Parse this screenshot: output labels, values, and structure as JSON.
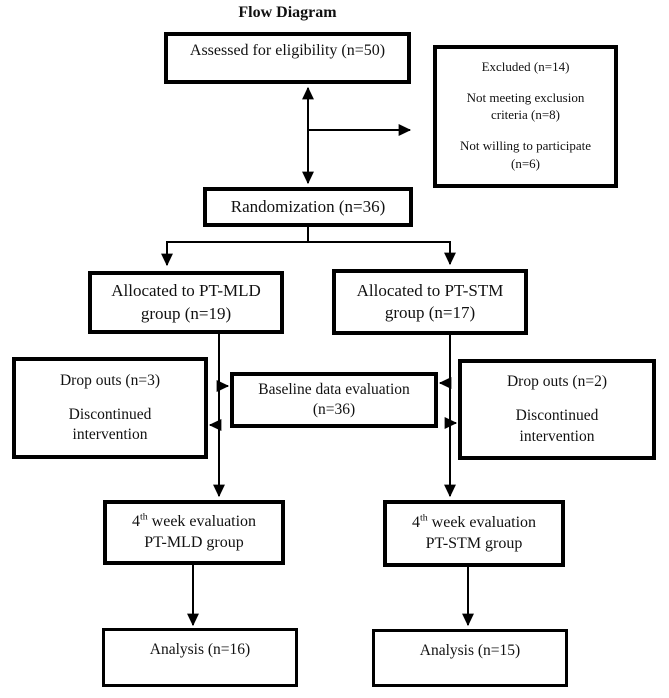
{
  "title": "Flow Diagram",
  "boxes": {
    "assessed": {
      "label": "Assessed for eligibility (n=50)"
    },
    "excluded": {
      "line1": "Excluded (n=14)",
      "line2a": "Not meeting exclusion",
      "line2b": "criteria (n=8)",
      "line3a": "Not willing to participate",
      "line3b": "(n=6)"
    },
    "randomization": {
      "label": "Randomization (n=36)"
    },
    "allocated_mld": {
      "line1": "Allocated to PT-MLD",
      "line2": "group (n=19)"
    },
    "allocated_stm": {
      "line1": "Allocated to PT-STM",
      "line2": "group (n=17)"
    },
    "dropouts_mld": {
      "line1": "Drop outs (n=3)",
      "line2": "Discontinued",
      "line3": "intervention"
    },
    "baseline": {
      "line1": "Baseline data evaluation",
      "line2": "(n=36)"
    },
    "dropouts_stm": {
      "line1": "Drop outs (n=2)",
      "line2": "Discontinued",
      "line3": "intervention"
    },
    "week4_mld": {
      "num": "4",
      "sup": "th",
      "rest": " week evaluation",
      "line2": "PT-MLD group"
    },
    "week4_stm": {
      "num": "4",
      "sup": "th",
      "rest": " week evaluation",
      "line2": "PT-STM group"
    },
    "analysis_mld": {
      "label": "Analysis (n=16)"
    },
    "analysis_stm": {
      "label": "Analysis (n=15)"
    }
  },
  "colors": {
    "border": "#000000",
    "text": "#111111",
    "background": "#ffffff"
  }
}
